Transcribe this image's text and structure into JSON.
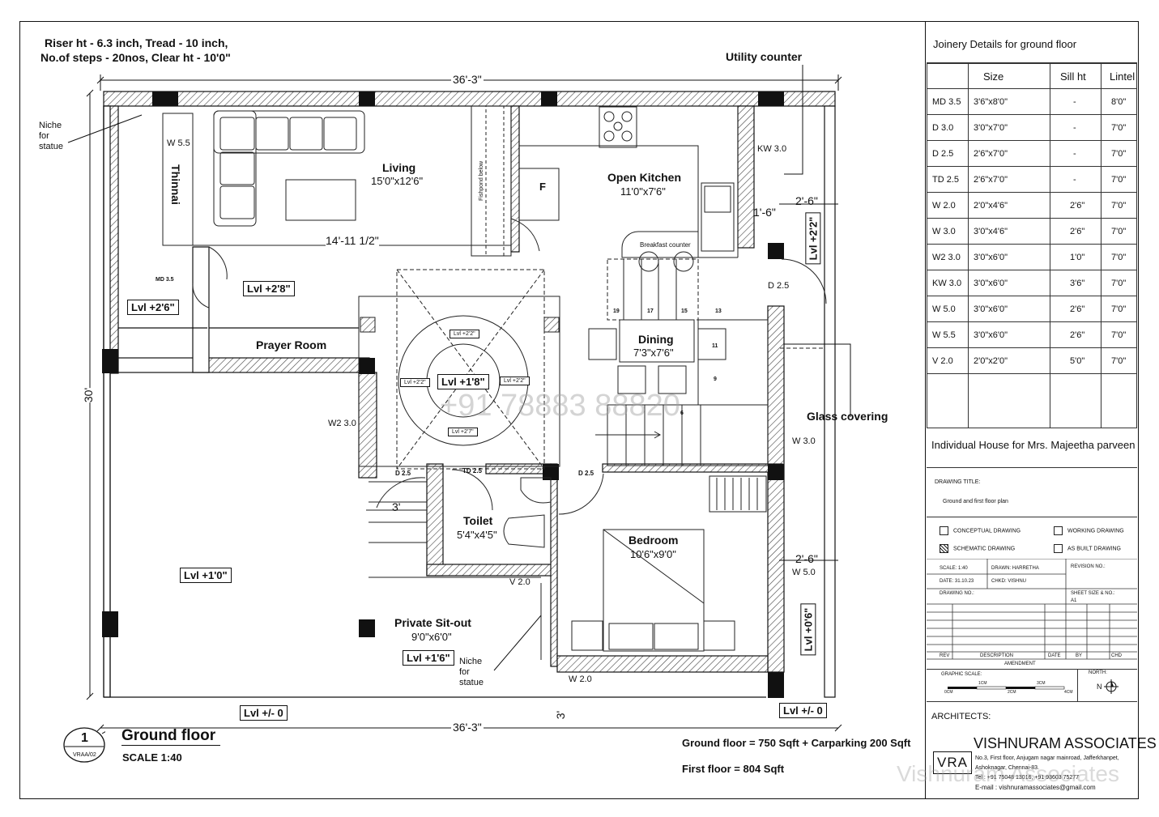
{
  "notes": {
    "line1": "Riser ht - 6.3 inch, Tread - 10 inch,",
    "line2": "No.of steps - 20nos, Clear ht - 10'0\"",
    "niche_top": "Niche for statue",
    "niche_bottom": "Niche for statue",
    "utility_counter": "Utility counter",
    "glass_covering": "Glass covering",
    "fishpond": "Fishpond below"
  },
  "dimensions": {
    "top_width": "36'-3\"",
    "bottom_width": "36'-3\"",
    "left_height": "30'",
    "living_span": "14'-11 1/2\"",
    "right_2_6_top": "2'-6\"",
    "right_1_6": "1'-6\"",
    "right_2_6_bottom": "2'-6\"",
    "sitout_3": "3'",
    "bottom_3": "3'"
  },
  "rooms": {
    "living": {
      "name": "Living",
      "size": "15'0\"x12'6\""
    },
    "kitchen": {
      "name": "Open Kitchen",
      "size": "11'0\"x7'6\""
    },
    "dining": {
      "name": "Dining",
      "size": "7'3\"x7'6\""
    },
    "toilet": {
      "name": "Toilet",
      "size": "5'4\"x4'5\""
    },
    "bedroom": {
      "name": "Bedroom",
      "size": "10'6\"x9'0\""
    },
    "sitout": {
      "name": "Private Sit-out",
      "size": "9'0\"x6'0\""
    },
    "prayer": {
      "name": "Prayer Room"
    },
    "thinnai": {
      "name": "Thinnai"
    },
    "fridge": "F",
    "breakfast_counter": "Breakfast counter"
  },
  "levels": {
    "lvl_2_6": "Lvl +2'6\"",
    "lvl_2_8": "Lvl +2'8\"",
    "lvl_1_8": "Lvl +1'8\"",
    "lvl_1_0": "Lvl +1'0\"",
    "lvl_1_6": "Lvl +1'6\"",
    "lvl_0_left": "Lvl +/- 0",
    "lvl_0_right": "Lvl +/- 0",
    "lvl_2_2": "Lvl +2'2\"",
    "lvl_0_6": "Lvl +0'6\"",
    "court_a": "Lvl +2'2\"",
    "court_b": "Lvl +2'2\"",
    "court_c": "Lvl +2'2\"",
    "court_d": "Lvl +2'7\""
  },
  "openings": {
    "w55": "W 5.5",
    "md35": "MD 3.5",
    "kw30": "KW 3.0",
    "d25_right": "D 2.5",
    "w230": "W2 3.0",
    "w30": "W 3.0",
    "d25_a": "D 2.5",
    "td25": "TD 2.5",
    "d25_b": "D 2.5",
    "v20": "V 2.0",
    "w50": "W 5.0",
    "w20": "W 2.0"
  },
  "steps": [
    "19",
    "17",
    "15",
    "13",
    "11",
    "9",
    "6"
  ],
  "watermark": "+91 78883 88820",
  "footer": {
    "number": "1",
    "ref": "VRAA/02",
    "title": "Ground floor",
    "scale": "SCALE 1:40",
    "area1": "Ground floor = 750 Sqft + Carparking 200 Sqft",
    "area2": "First floor = 804 Sqft"
  },
  "joinery": {
    "title": "Joinery Details for ground floor",
    "headers": [
      "",
      "Size",
      "Sill ht",
      "Lintel"
    ],
    "rows": [
      [
        "MD 3.5",
        "3'6\"x8'0\"",
        "-",
        "8'0\""
      ],
      [
        "D 3.0",
        "3'0\"x7'0\"",
        "-",
        "7'0\""
      ],
      [
        "D 2.5",
        "2'6\"x7'0\"",
        "-",
        "7'0\""
      ],
      [
        "TD 2.5",
        "2'6\"x7'0\"",
        "-",
        "7'0\""
      ],
      [
        "W 2.0",
        "2'0\"x4'6\"",
        "2'6\"",
        "7'0\""
      ],
      [
        "W 3.0",
        "3'0\"x4'6\"",
        "2'6\"",
        "7'0\""
      ],
      [
        "W2 3.0",
        "3'0\"x6'0\"",
        "1'0\"",
        "7'0\""
      ],
      [
        "KW 3.0",
        "3'0\"x6'0\"",
        "3'6\"",
        "7'0\""
      ],
      [
        "W 5.0",
        "3'0\"x6'0\"",
        "2'6\"",
        "7'0\""
      ],
      [
        "W 5.5",
        "3'0\"x6'0\"",
        "2'6\"",
        "7'0\""
      ],
      [
        "V 2.0",
        "2'0\"x2'0\"",
        "5'0\"",
        "7'0\""
      ]
    ]
  },
  "titleblock": {
    "project": "Individual House for Mrs. Majeetha parveen",
    "drawing_title_label": "DRAWING TITLE:",
    "drawing_title": "Ground and first floor plan",
    "options": [
      {
        "label": "CONCEPTUAL DRAWING",
        "checked": false
      },
      {
        "label": "WORKING DRAWING",
        "checked": false
      },
      {
        "label": "SCHEMATIC DRAWING",
        "checked": true
      },
      {
        "label": "AS BUILT DRAWING",
        "checked": false
      }
    ],
    "scale": "SCALE:   1:40",
    "drawn": "DRAWN:  HARRETHA",
    "revision": "REVISION NO.:",
    "date": "DATE:    31.10.23",
    "chkd": "CHKD:  VISHNU",
    "drawing_no": "DRAWING NO.:",
    "sheet": "SHEET SIZE & NO.:",
    "sheet_val": "A1",
    "rev_headers": [
      "REV",
      "DESCRIPTION",
      "DATE",
      "BY",
      "CHD"
    ],
    "amendment": "AMENDMENT",
    "graphic_scale": "GRAPHIC SCALE:",
    "scale_marks": [
      "0CM",
      "1CM",
      "2CM",
      "3CM",
      "4CM"
    ],
    "north": "NORTH:",
    "north_letter": "N",
    "architects": "ARCHITECTS:",
    "logo": "VRA",
    "firm": "VISHNURAM ASSOCIATES",
    "addr1": "No.3, First floor, Anjugam nagar mainroad, Jafferkhanpet,",
    "addr2": "Ashoknagar, Chennai-83.",
    "tel": "Tel : +91 75048 13016, +91 93603 75277",
    "email": "E-mail : vishnuramassociates@gmail.com",
    "watermark": "Vishnuram Associates"
  }
}
